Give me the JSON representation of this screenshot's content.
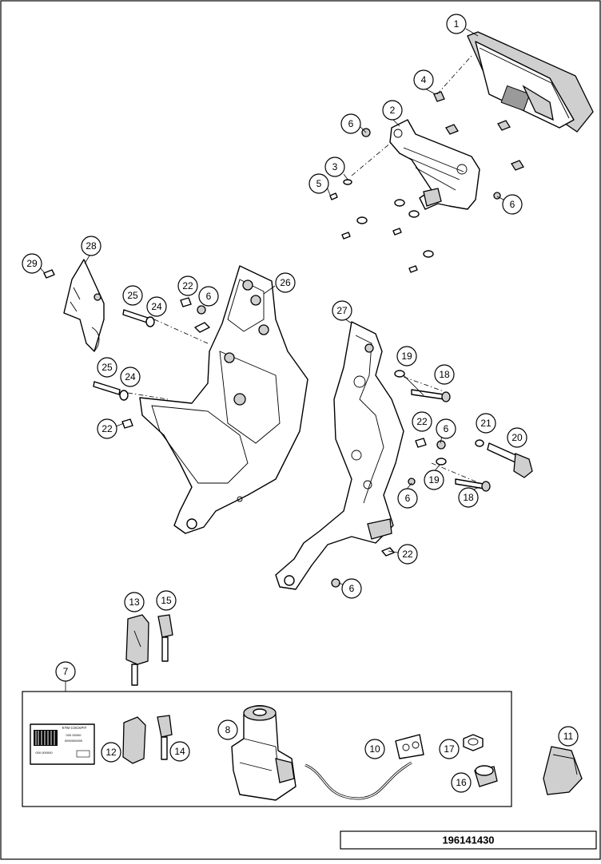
{
  "diagram": {
    "reference_number": "196141430",
    "callouts": [
      {
        "id": "c1",
        "label": "1"
      },
      {
        "id": "c2",
        "label": "2"
      },
      {
        "id": "c3",
        "label": "3"
      },
      {
        "id": "c4",
        "label": "4"
      },
      {
        "id": "c5",
        "label": "5"
      },
      {
        "id": "c6a",
        "label": "6"
      },
      {
        "id": "c6b",
        "label": "6"
      },
      {
        "id": "c6c",
        "label": "6"
      },
      {
        "id": "c6d",
        "label": "6"
      },
      {
        "id": "c6e",
        "label": "6"
      },
      {
        "id": "c6f",
        "label": "6"
      },
      {
        "id": "c7",
        "label": "7"
      },
      {
        "id": "c8",
        "label": "8"
      },
      {
        "id": "c10",
        "label": "10"
      },
      {
        "id": "c11",
        "label": "11"
      },
      {
        "id": "c12",
        "label": "12"
      },
      {
        "id": "c13",
        "label": "13"
      },
      {
        "id": "c14",
        "label": "14"
      },
      {
        "id": "c15",
        "label": "15"
      },
      {
        "id": "c16",
        "label": "16"
      },
      {
        "id": "c17",
        "label": "17"
      },
      {
        "id": "c18a",
        "label": "18"
      },
      {
        "id": "c18b",
        "label": "18"
      },
      {
        "id": "c19a",
        "label": "19"
      },
      {
        "id": "c19b",
        "label": "19"
      },
      {
        "id": "c20",
        "label": "20"
      },
      {
        "id": "c21",
        "label": "21"
      },
      {
        "id": "c22a",
        "label": "22"
      },
      {
        "id": "c22b",
        "label": "22"
      },
      {
        "id": "c22c",
        "label": "22"
      },
      {
        "id": "c22d",
        "label": "22"
      },
      {
        "id": "c24a",
        "label": "24"
      },
      {
        "id": "c24b",
        "label": "24"
      },
      {
        "id": "c25a",
        "label": "25"
      },
      {
        "id": "c25b",
        "label": "25"
      },
      {
        "id": "c26",
        "label": "26"
      },
      {
        "id": "c27",
        "label": "27"
      },
      {
        "id": "c28",
        "label": "28"
      },
      {
        "id": "c29",
        "label": "29"
      }
    ],
    "key_card": {
      "brand_text": "KTM COCKPIT",
      "lines": [
        "000 00000",
        "0000000000",
        "000 000000"
      ]
    }
  }
}
